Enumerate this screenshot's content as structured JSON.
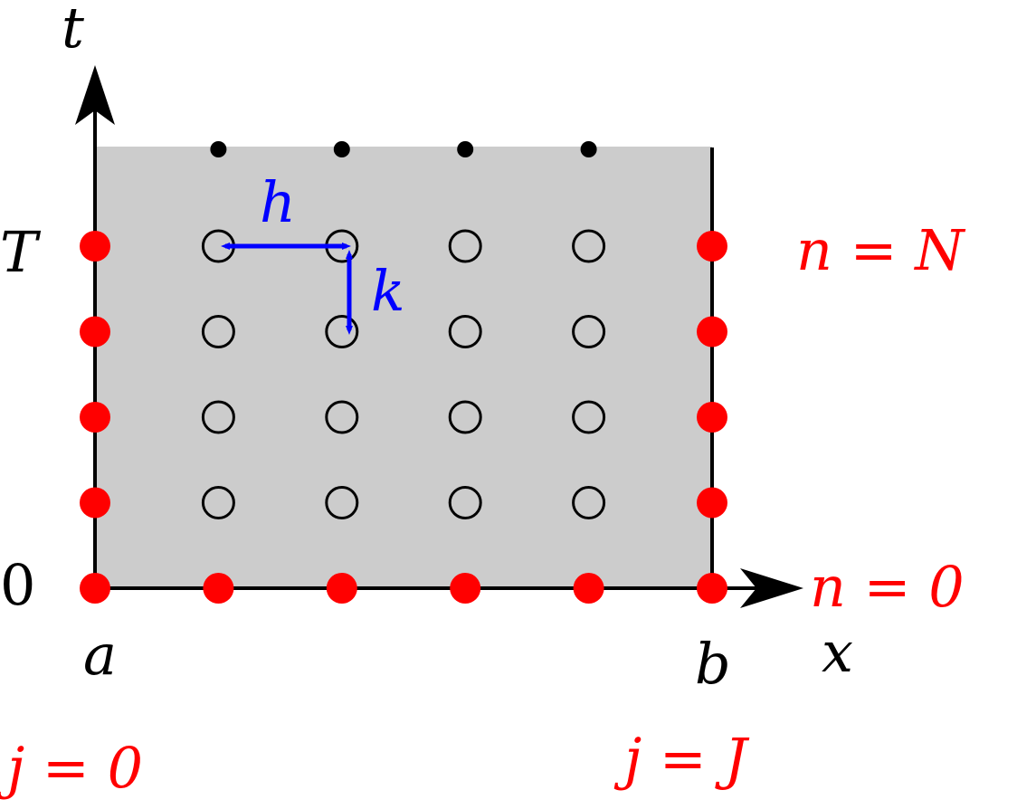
{
  "axes": {
    "t_label": "t",
    "x_label": "x",
    "T_label": "T",
    "zero_label": "0",
    "a_label": "a",
    "b_label": "b"
  },
  "steps": {
    "h_label": "h",
    "k_label": "k"
  },
  "indices": {
    "n_top": "n = N",
    "n_bottom": "n = 0",
    "j_left": "j = 0",
    "j_right": "j = J"
  },
  "grid": {
    "columns": 6,
    "rows": 5,
    "future_dots": 4
  },
  "colors": {
    "boundary": "#ff0000",
    "step": "#0000ff",
    "domain_fill": "#cccccc",
    "ink": "#000000"
  }
}
